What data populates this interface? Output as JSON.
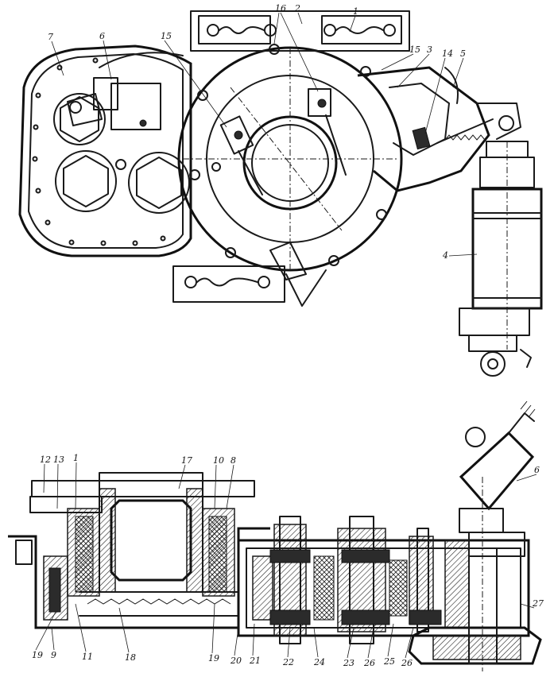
{
  "top_view": {
    "labels": [
      "16",
      "2",
      "1",
      "7",
      "6",
      "15",
      "15",
      "3",
      "14",
      "5",
      "4"
    ]
  },
  "bottom_view": {
    "labels": [
      "12",
      "13",
      "1",
      "17",
      "10",
      "8",
      "6",
      "27",
      "19",
      "9",
      "11",
      "18",
      "19",
      "20",
      "21",
      "22",
      "24",
      "23",
      "26",
      "25",
      "26"
    ]
  }
}
